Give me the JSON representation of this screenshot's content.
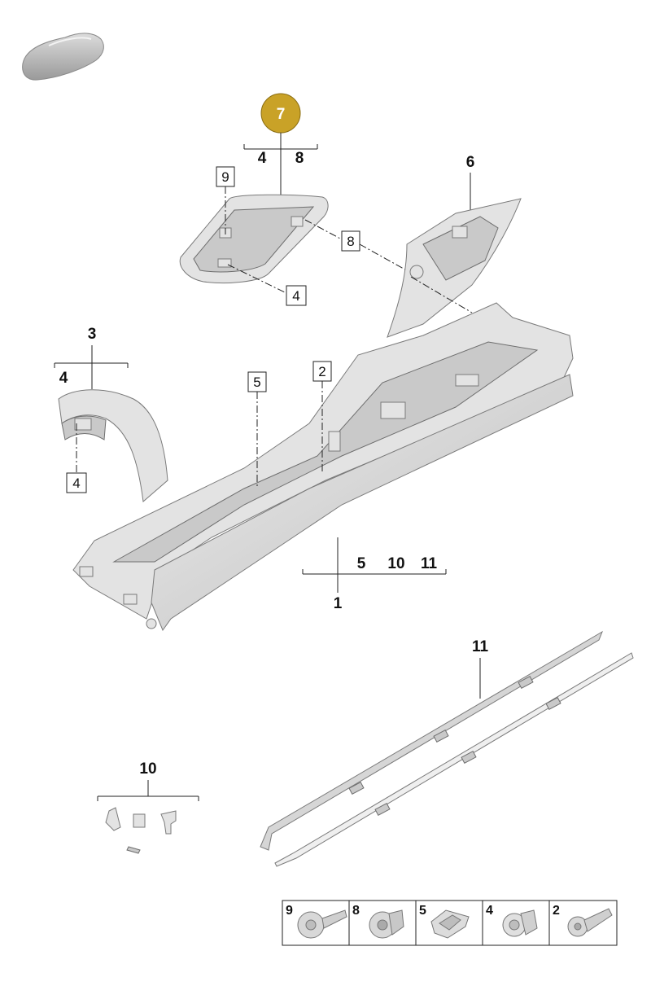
{
  "callouts": {
    "main_part": {
      "number": "1",
      "sub": [
        "5",
        "10",
        "11"
      ]
    },
    "part_2": "2",
    "part_3": {
      "number": "3",
      "sub": [
        "4"
      ]
    },
    "part_3_box": "4",
    "part_5": "5",
    "part_6": "6",
    "part_7": {
      "number": "7",
      "sub": [
        "4",
        "8"
      ]
    },
    "part_7_box_9": "9",
    "part_7_box_8": "8",
    "part_7_box_4": "4",
    "part_10": "10",
    "part_11": "11"
  },
  "badge_color": "#c9a227",
  "fastener_legend": [
    {
      "number": "9",
      "icon": "flange-bolt-icon"
    },
    {
      "number": "8",
      "icon": "expansion-nut-icon"
    },
    {
      "number": "5",
      "icon": "spring-clip-icon"
    },
    {
      "number": "4",
      "icon": "grommet-icon"
    },
    {
      "number": "2",
      "icon": "screw-icon"
    }
  ]
}
